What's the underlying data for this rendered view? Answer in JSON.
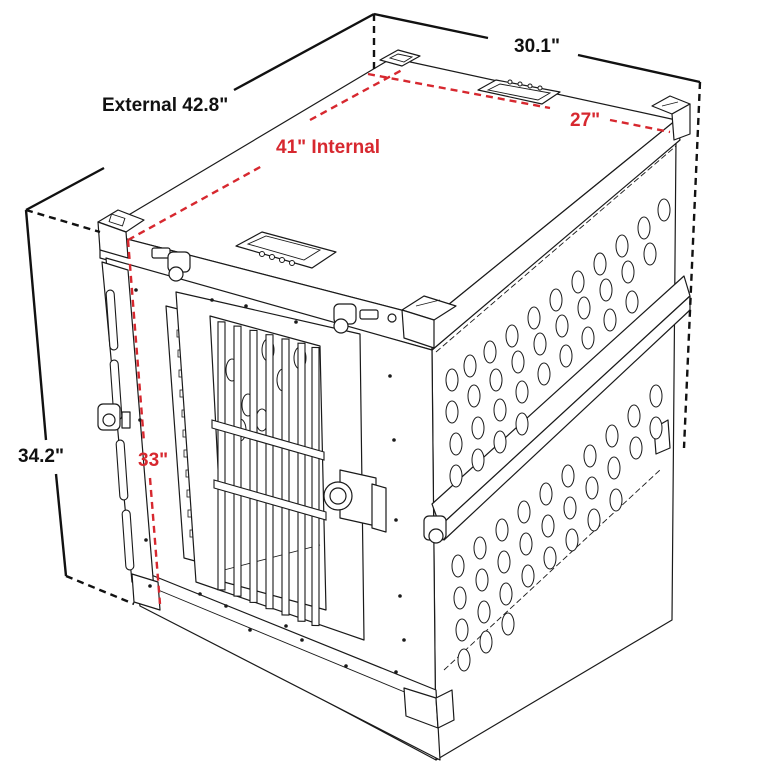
{
  "diagram": {
    "subject": "Collapsible aluminum dog crate with front door",
    "colors": {
      "external_dimension": "#111111",
      "internal_dimension": "#d7282f",
      "line_art": "#1a1a1a",
      "background": "#ffffff"
    },
    "dimensions": {
      "external_length": "External 42.8\"",
      "external_width": "30.1\"",
      "external_height": "34.2\"",
      "internal_length": "41\" Internal",
      "internal_width": "27\"",
      "internal_height": "33\""
    },
    "components": [
      "top-panel",
      "top-handle-front",
      "top-handle-rear",
      "corner-caps",
      "front-panel",
      "front-door-with-bars",
      "door-hinge",
      "door-latch",
      "side-panel-upper-vented",
      "side-panel-lower-vented",
      "side-rail",
      "side-latches",
      "base-skid"
    ]
  }
}
